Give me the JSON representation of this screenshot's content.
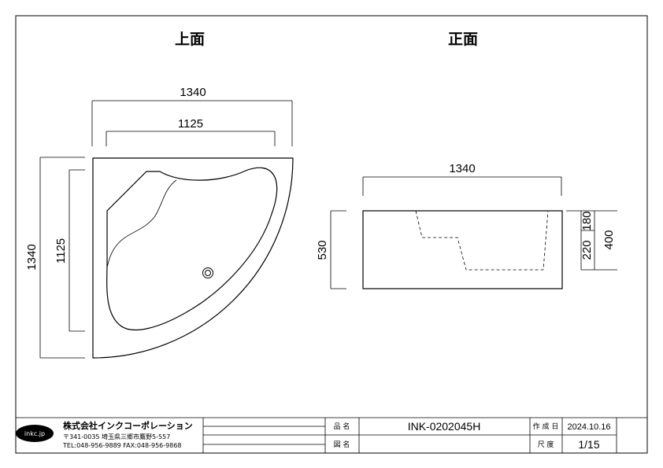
{
  "views": {
    "top": {
      "title": "上面",
      "dim_outer_width": "1340",
      "dim_inner_width": "1125",
      "dim_outer_height": "1340",
      "dim_inner_height": "1125"
    },
    "front": {
      "title": "正面",
      "dim_width": "1340",
      "dim_height": "530",
      "dim_rim": "180",
      "dim_step": "220",
      "dim_depth": "400"
    }
  },
  "title_block": {
    "logo_text": "inkc.jp",
    "company_name": "株式会社インクコーポレーション",
    "address": "〒341-0035 埼玉県三郷市鷹野5-557",
    "contact": "TEL:048-956-9889 FAX:048-956-9868",
    "product_label": "品 名",
    "product_value": "INK-0202045H",
    "drawing_label": "図 名",
    "drawing_value": "",
    "date_label": "作 成 日",
    "date_value": "2024.10.16",
    "scale_label": "尺 度",
    "scale_value": "1/15"
  },
  "colors": {
    "line": "#000000",
    "background": "#ffffff"
  }
}
